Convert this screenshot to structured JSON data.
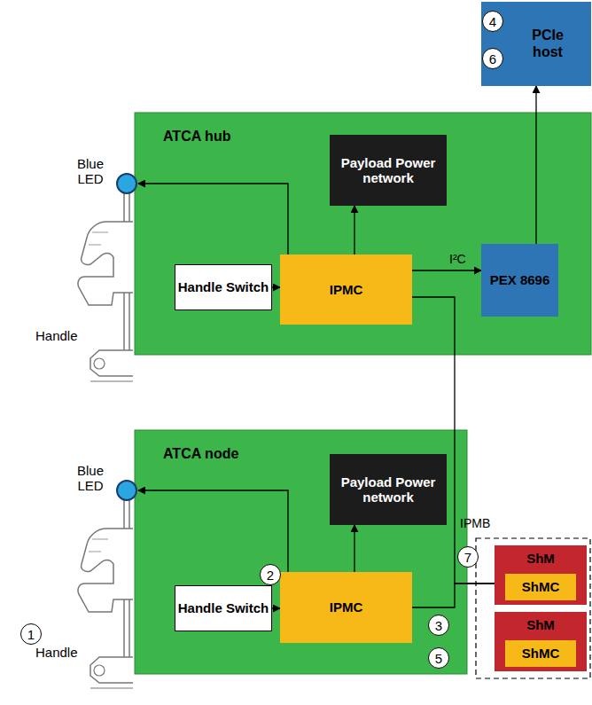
{
  "diagram": {
    "nodes": [
      {
        "text": [
          "PCIe host"
        ]
      },
      {
        "text": [
          "ATCA hub"
        ]
      },
      {
        "text": [
          "Payload Power network"
        ],
        "in": 1
      },
      {
        "text": [
          "PEX 8696"
        ],
        "in": 1
      },
      {
        "text": [
          "IPMC"
        ],
        "in": 1
      },
      {
        "text": [
          "Handle Switch"
        ],
        "in": 1
      },
      {
        "text": [
          "ATCA node"
        ]
      },
      {
        "text": [
          "Payload Power network"
        ],
        "in": 6
      },
      {
        "text": [
          "IPMC"
        ],
        "in": 6
      },
      {
        "text": [
          "Handle Switch"
        ],
        "in": 6
      },
      {
        "text": [
          "ShM"
        ]
      },
      {
        "text": [
          "ShMC"
        ],
        "in": 10
      },
      {
        "text": [
          "ShM"
        ]
      },
      {
        "text": [
          "ShMC"
        ],
        "in": 12
      }
    ],
    "edges": [
      {
        "from": 5,
        "to": 4,
        "arrow": "to"
      },
      {
        "from": 4,
        "to": 2,
        "arrow": "to"
      },
      {
        "from": 4,
        "to": 3,
        "arrow": "to",
        "label": "I²C"
      },
      {
        "from": 3,
        "to": 0,
        "arrow": "to"
      },
      {
        "from": 9,
        "to": 8,
        "arrow": "to"
      },
      {
        "from": 8,
        "to": 7,
        "arrow": "to"
      },
      {
        "from": 4,
        "to": 10,
        "arrow": "none",
        "label": "IPMB"
      },
      {
        "from": 8,
        "to": 10,
        "arrow": "none"
      }
    ],
    "labels": [
      "4",
      "6",
      "Blue LED",
      "Handle",
      "Blue LED",
      "1",
      "2",
      "Handle",
      "7",
      "3",
      "5"
    ]
  }
}
